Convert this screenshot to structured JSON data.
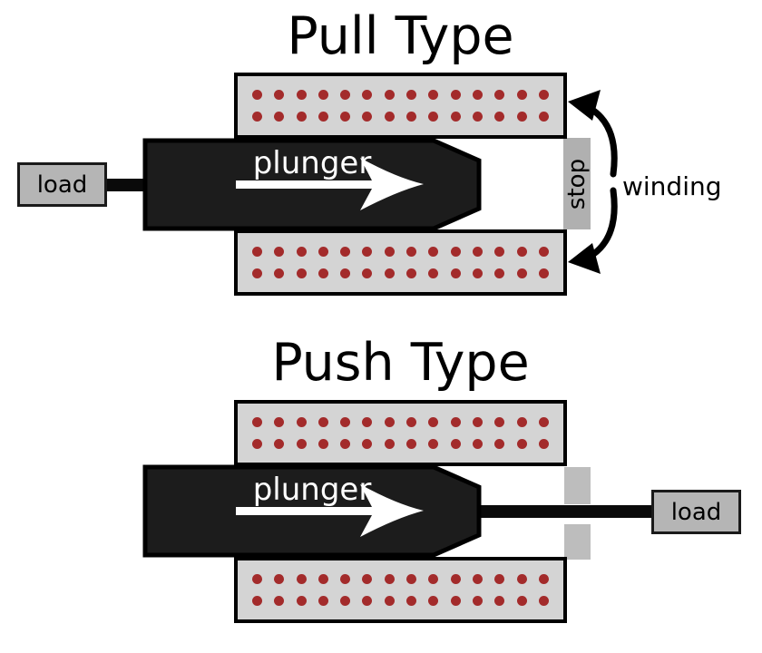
{
  "diagram": {
    "pull": {
      "title": "Pull Type",
      "plunger_label": "plunger",
      "load_label": "load",
      "stop_label": "stop",
      "winding_label": "winding"
    },
    "push": {
      "title": "Push Type",
      "plunger_label": "plunger",
      "load_label": "load"
    },
    "winding": {
      "dot_rows": 2,
      "dot_cols": 14
    }
  },
  "colors": {
    "winding_fill": "#d4d4d4",
    "dot": "#a32b2b",
    "plunger_fill": "#1c1c1c",
    "outline": "#000000",
    "load_fill": "#b5b5b5",
    "stop_fill": "#b0b0b0",
    "push_stop_fill": "#bdbdbd",
    "arrow_fill": "#ffffff",
    "rod": "#0a0a0a"
  }
}
